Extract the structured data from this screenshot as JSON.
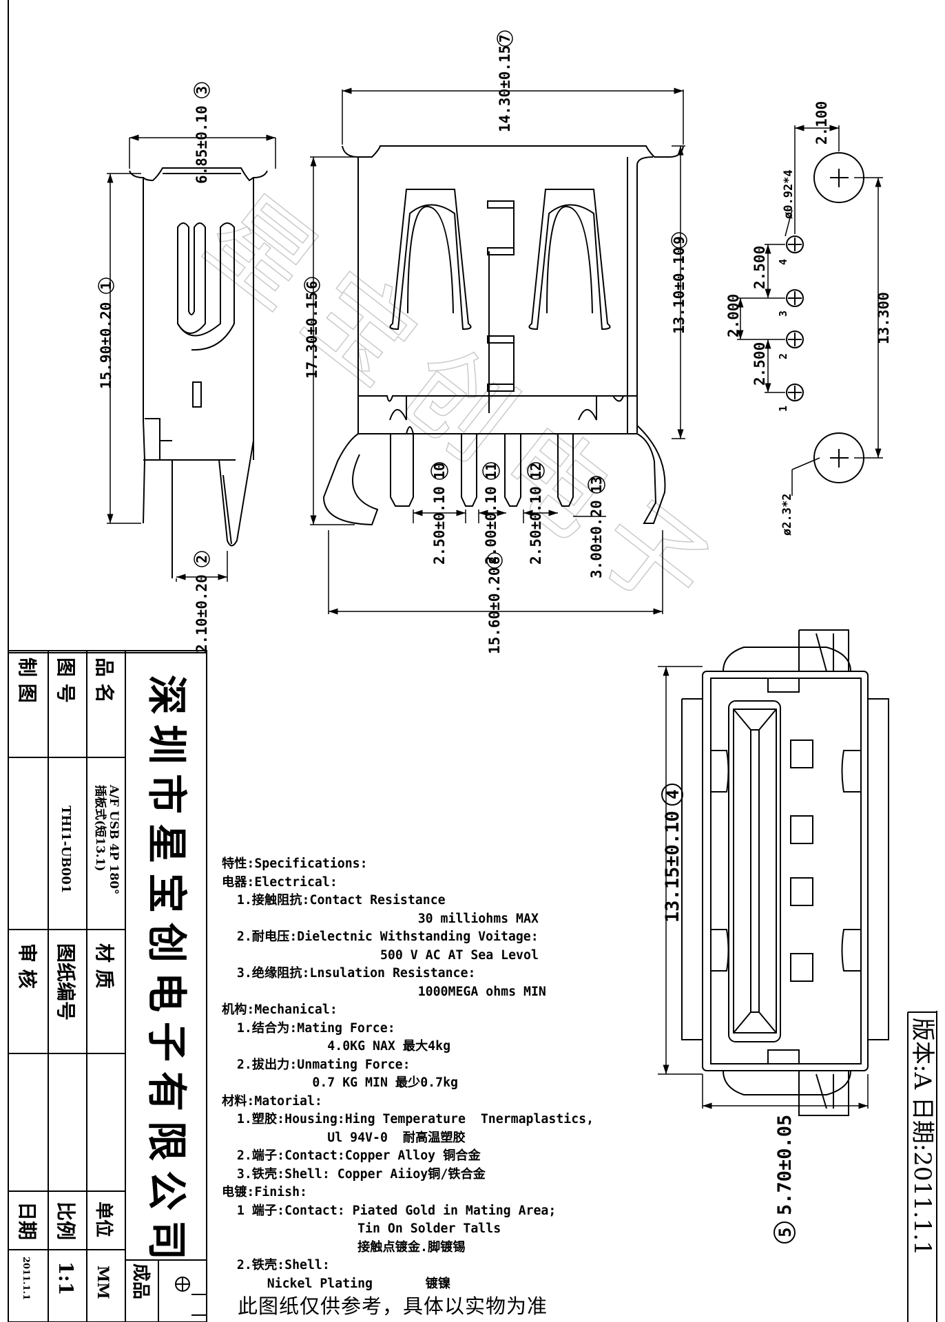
{
  "dimensions": {
    "d1": {
      "marker": "1",
      "value": "15.90±0.20"
    },
    "d2": {
      "marker": "2",
      "value": "2.10±0.20"
    },
    "d3": {
      "marker": "3",
      "value": "6.85±0.10"
    },
    "d4": {
      "marker": "4",
      "value": "13.15±0.10"
    },
    "d5": {
      "marker": "5",
      "value": "5.70±0.05"
    },
    "d6": {
      "marker": "6",
      "value": "17.30±0.15"
    },
    "d7": {
      "marker": "7",
      "value": "14.30±0.15"
    },
    "d8": {
      "marker": "8",
      "value": "15.60±0.20"
    },
    "d9": {
      "marker": "9",
      "value": "13.10±0.10"
    },
    "d10": {
      "marker": "10",
      "value": "2.50±0.10"
    },
    "d11": {
      "marker": "11",
      "value": "2.00±0.10"
    },
    "d12": {
      "marker": "12",
      "value": "2.50±0.10"
    },
    "d13": {
      "marker": "13",
      "value": "3.00±0.20"
    }
  },
  "footprint": {
    "dim_2100": "2.100",
    "hole_small": "ø0.92*4",
    "pitch_a": "2.500",
    "pitch_b": "2.000",
    "pitch_c": "2.500",
    "span": "13.300",
    "hole_large": "ø2.3*2",
    "pins": [
      "1",
      "2",
      "3",
      "4"
    ]
  },
  "watermark": "星宝创电子",
  "specifications": [
    "特性:Specifications:",
    "电器:Electrical:",
    "  1.接触阻抗:Contact Resistance",
    "                          30 milliohms MAX",
    "  2.耐电压:Dielectnic Withstanding Voitage:",
    "                     500 V AC AT Sea Levol",
    "  3.绝缘阻抗:Lnsulation Resistance:",
    "                          1000MEGA ohms MIN",
    "机构:Mechanical:",
    "  1.结合为:Mating Force:",
    "              4.0KG NAX 最大4kg",
    "  2.拔出力:Unmating Force:",
    "            0.7 KG MIN 最少0.7kg",
    "材料:Matorial:",
    "  1.塑胶:Housing:Hing Temperature  Tnermaplastics,",
    "              Ul 94V-0  耐高温塑胶",
    "  2.端子:Contact:Copper Alloy 铜合金",
    "  3.铁壳:Shell: Copper Aiioy铜/铁合金",
    "电镀:Finish:",
    "  1 端子:Contact: Piated Gold in Mating Area;",
    "                  Tin On Solder Talls",
    "                  接触点镀金.脚镀锡",
    "  2.铁壳:Shell:",
    "      Nickel Plating       镀镍"
  ],
  "note": "此图纸仅供参考，具体以实物为准",
  "version_label": "版本:A 日期:2011.1.1",
  "title_block": {
    "company": "深圳市星宝创电子有限公司",
    "drawn_by_label": "制  图",
    "drawing_no_label": "图  号",
    "drawing_no_value": "THI1-UB001",
    "product_name_label": "品  名",
    "product_name_value_1": "A/F USB 4P 180°",
    "product_name_value_2": "插板式(短13.1)",
    "review_label": "审    核",
    "sheet_no_label": "图纸编号",
    "material_label": "材  质",
    "date_label": "日期",
    "date_value": "2011.1.1",
    "scale_label": "比例",
    "scale_value": "1:1",
    "unit_label": "单位",
    "unit_value": "MM",
    "finished_label": "成品"
  }
}
